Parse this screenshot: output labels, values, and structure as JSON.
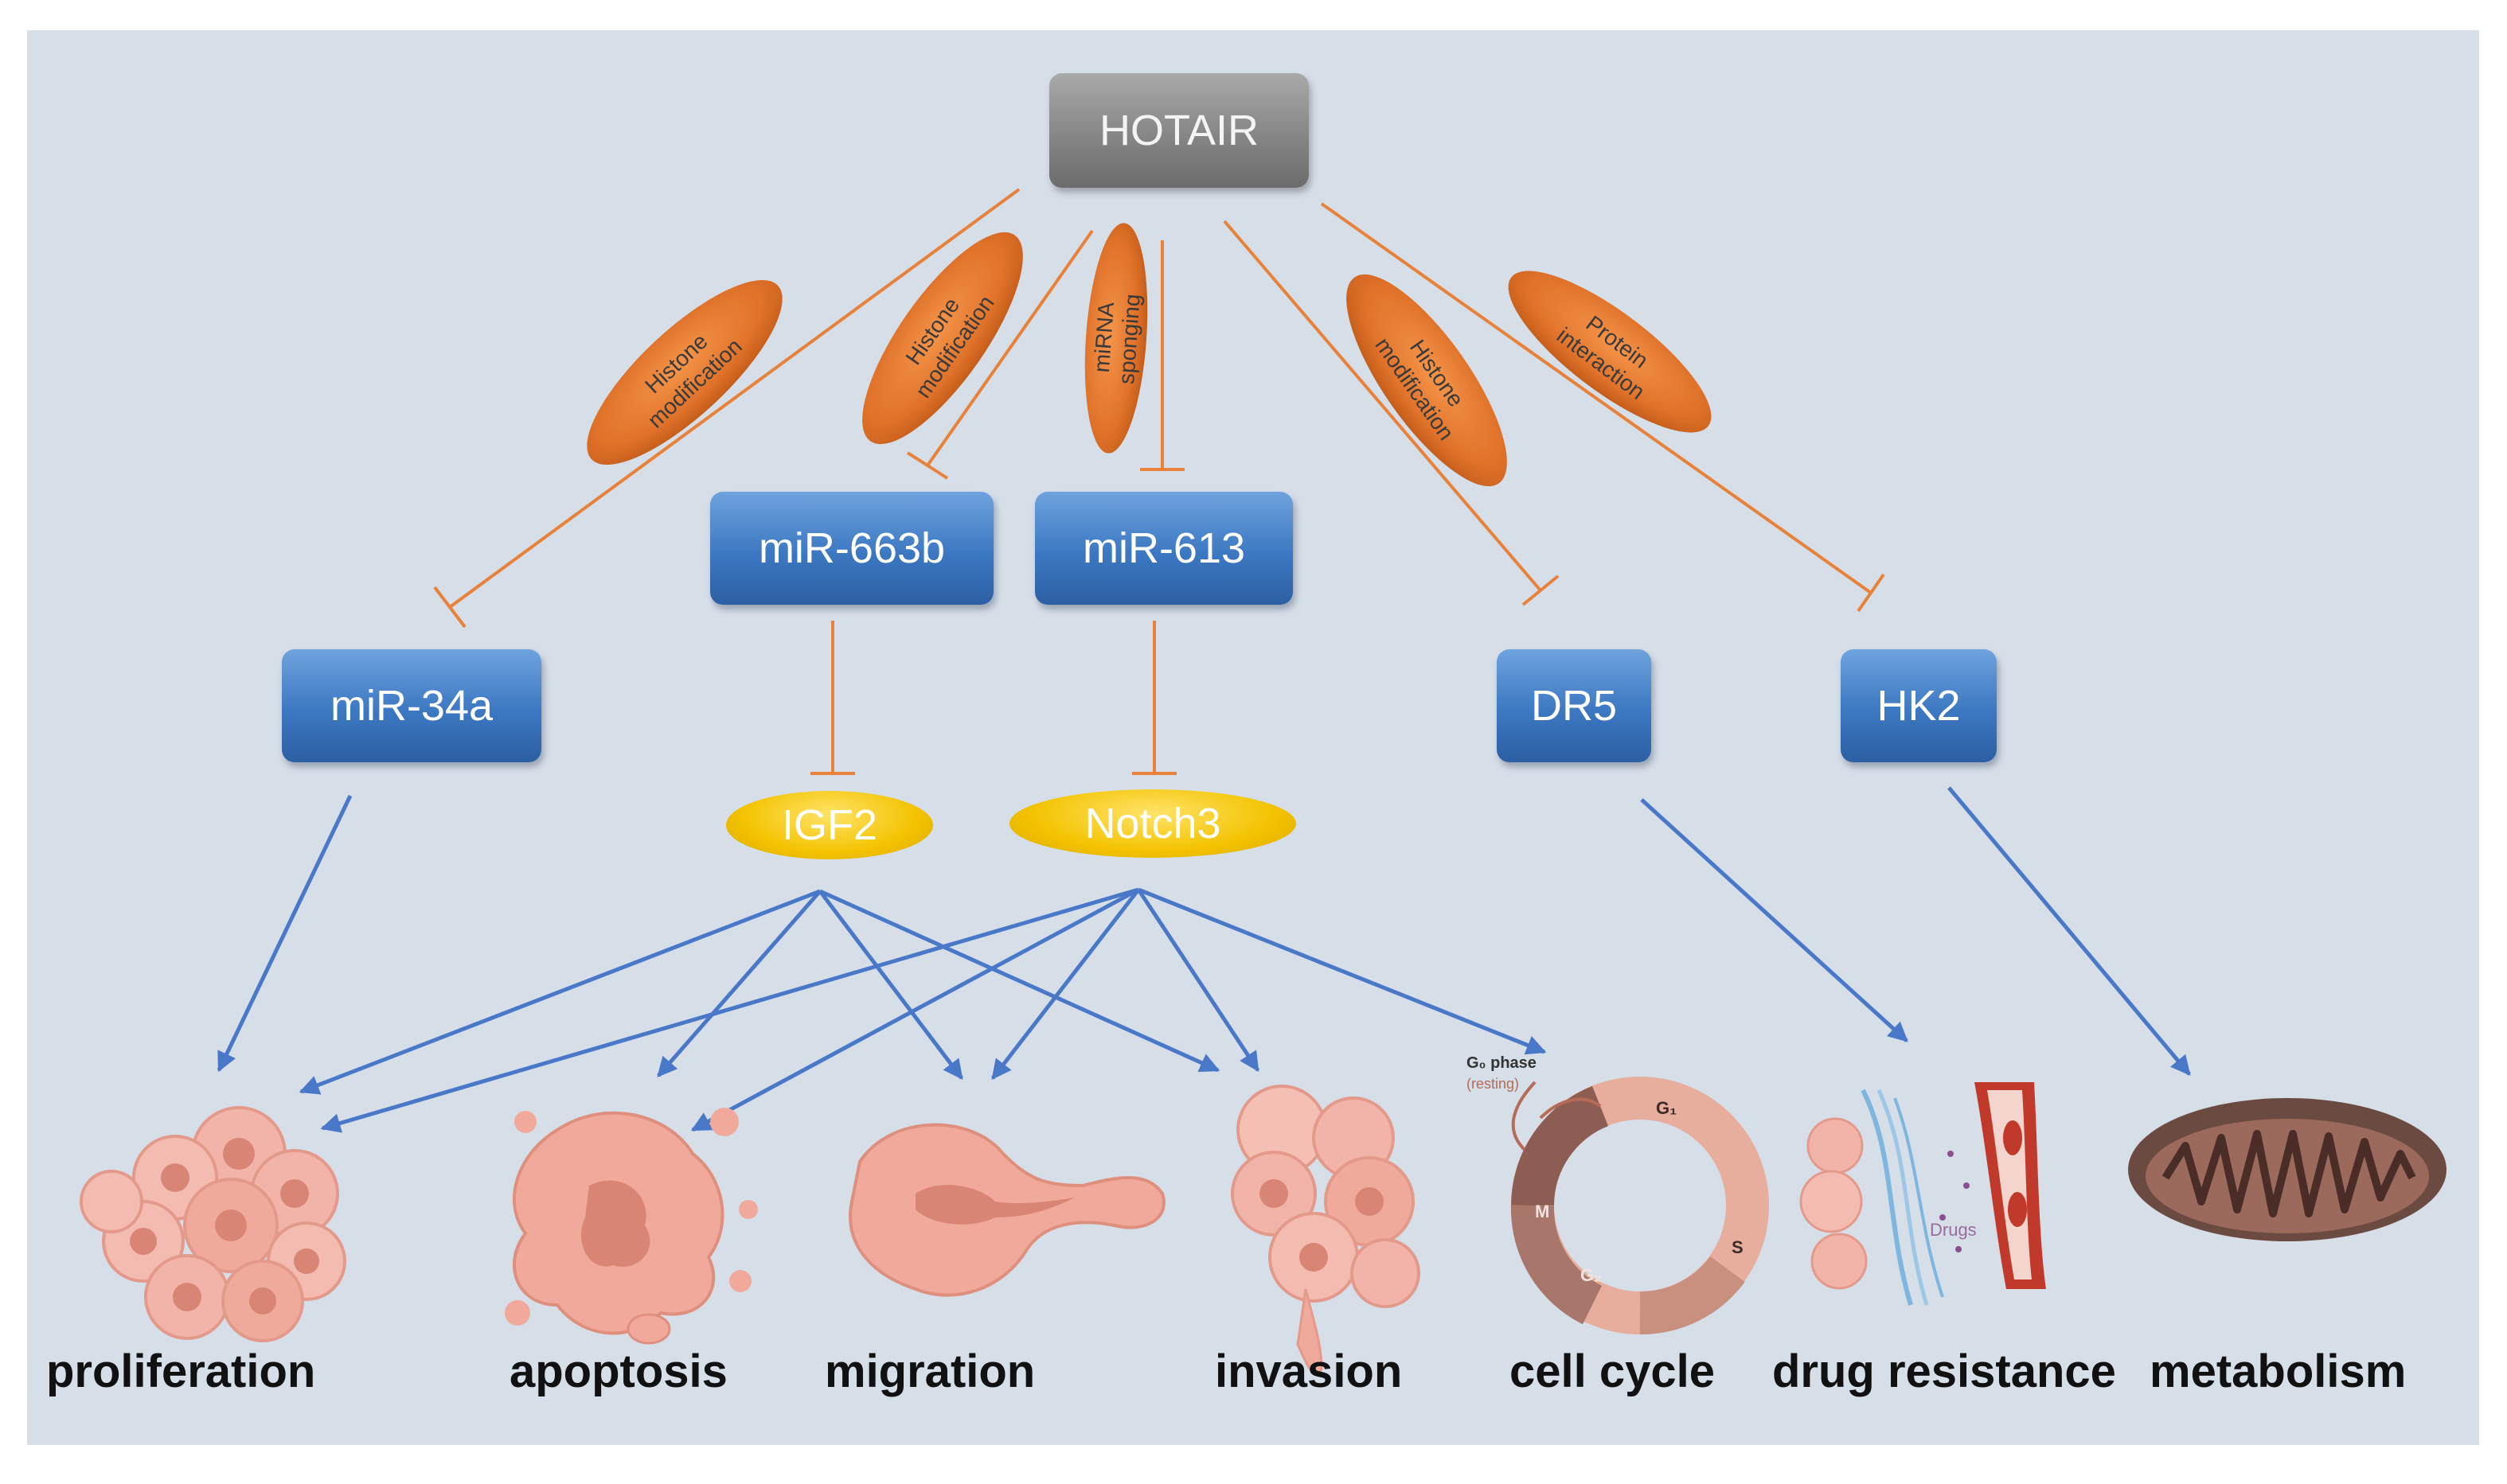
{
  "root": {
    "label": "HOTAIR"
  },
  "mechanisms": [
    {
      "id": "m1",
      "lines": [
        "Histone",
        "modification"
      ]
    },
    {
      "id": "m2",
      "lines": [
        "Histone",
        "modification"
      ]
    },
    {
      "id": "m3",
      "lines": [
        "miRNA",
        "sponging"
      ]
    },
    {
      "id": "m4",
      "lines": [
        "Histone",
        "modification"
      ]
    },
    {
      "id": "m5",
      "lines": [
        "Protein",
        "interaction"
      ]
    }
  ],
  "targets": {
    "mir34a": "miR-34a",
    "mir663b": "miR-663b",
    "mir613": "miR-613",
    "dr5": "DR5",
    "hk2": "HK2"
  },
  "effectors": {
    "igf2": "IGF2",
    "notch3": "Notch3"
  },
  "outcomes": [
    {
      "id": "proliferation",
      "label": "proliferation"
    },
    {
      "id": "apoptosis",
      "label": "apoptosis"
    },
    {
      "id": "migration",
      "label": "migration"
    },
    {
      "id": "invasion",
      "label": "invasion"
    },
    {
      "id": "cell_cycle",
      "label": "cell cycle"
    },
    {
      "id": "drug_resistance",
      "label": "drug resistance"
    },
    {
      "id": "metabolism",
      "label": "metabolism"
    }
  ],
  "illustration_text": {
    "g0_phase": "G₀ phase",
    "resting": "(resting)",
    "g1": "G₁",
    "s": "S",
    "g2": "G₂",
    "m": "M",
    "drugs": "Drugs"
  },
  "colors": {
    "inhibit_line": "#e8823a",
    "activate_arrow": "#4a78c8",
    "mechanism_fill": "#e57a2e",
    "target_box": "#3c78c2",
    "effector_fill": "#f3c300",
    "panel_bg": "#d6dee8"
  }
}
